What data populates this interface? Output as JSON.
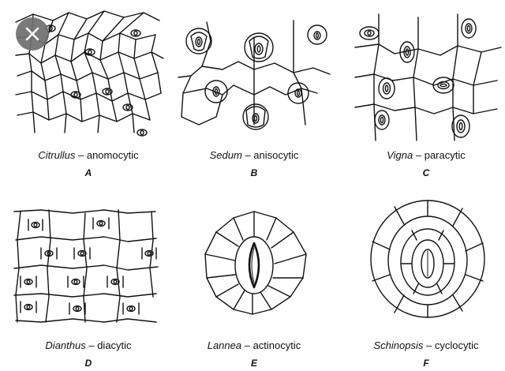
{
  "panels": [
    {
      "genus": "Citrullus",
      "sep": " – ",
      "type": "anomocytic",
      "letter": "A"
    },
    {
      "genus": "Sedum",
      "sep": " – ",
      "type": "anisocytic",
      "letter": "B"
    },
    {
      "genus": "Vigna",
      "sep": " – ",
      "type": "paracytic",
      "letter": "C"
    },
    {
      "genus": "Dianthus",
      "sep": " – ",
      "type": "diacytic",
      "letter": "D"
    },
    {
      "genus": "Lannea",
      "sep": " – ",
      "type": "actinocytic",
      "letter": "E"
    },
    {
      "genus": "Schinopsis",
      "sep": " – ",
      "type": "cyclocytic",
      "letter": "F"
    }
  ],
  "overlay": {
    "icon": "close-icon",
    "color": "#6f6f6f"
  },
  "frame": {
    "border_color": "#000000"
  }
}
